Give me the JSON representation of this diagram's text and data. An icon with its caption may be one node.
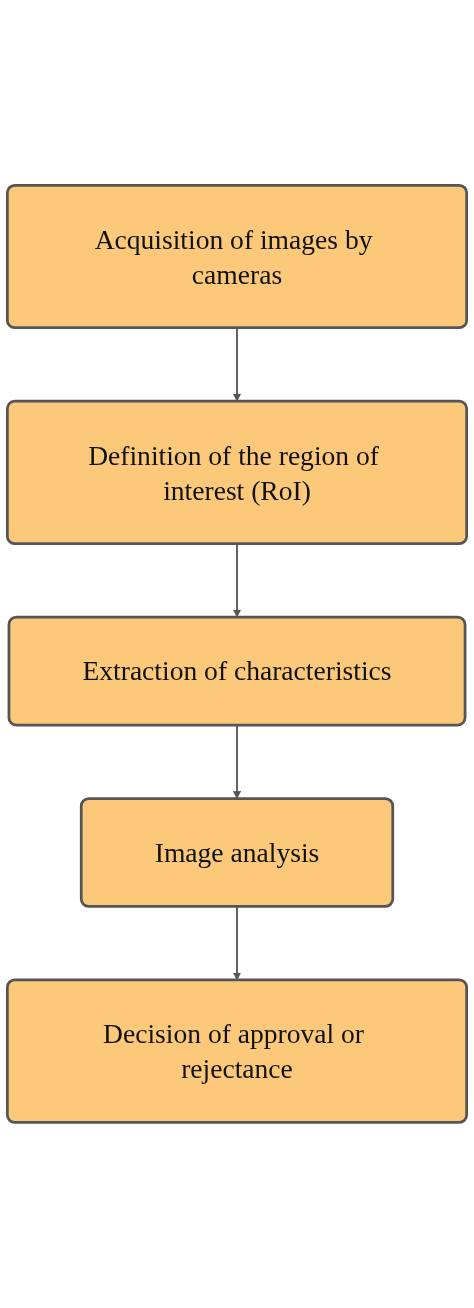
{
  "diagram": {
    "nodes": [
      {
        "text": [
          "Acquisition of images by cameras"
        ]
      },
      {
        "text": [
          "Definition of the region of interest (RoI)"
        ]
      },
      {
        "text": [
          "Extraction of characteristics"
        ]
      },
      {
        "text": [
          "Image analysis"
        ]
      },
      {
        "text": [
          "Decision of approval or rejectance"
        ]
      }
    ],
    "edges": [
      {
        "from": 0,
        "to": 1,
        "arrow": "to"
      },
      {
        "from": 1,
        "to": 2,
        "arrow": "to"
      },
      {
        "from": 2,
        "to": 3,
        "arrow": "to"
      },
      {
        "from": 3,
        "to": 4,
        "arrow": "to"
      }
    ]
  }
}
